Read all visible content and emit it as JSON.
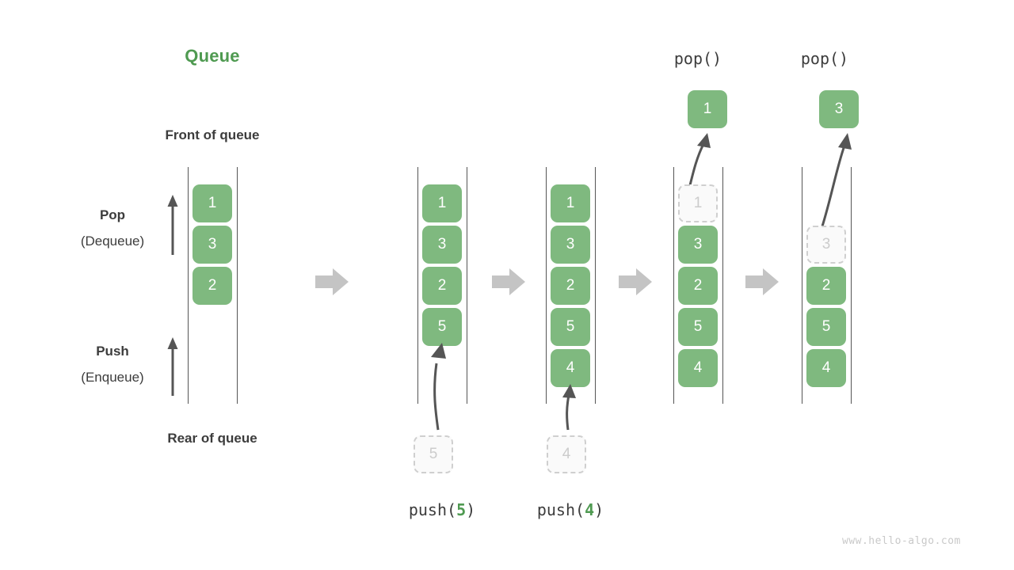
{
  "meta": {
    "title": "Queue",
    "watermark": "www.hello-algo.com",
    "colors": {
      "accent_green": "#4f9a51",
      "box_green": "#7fb97f",
      "ghost_border": "#cfcfcf",
      "ghost_text": "#cccccc",
      "rail": "#555555",
      "arrow_gray": "#555555",
      "separator_gray": "#c4c4c4",
      "text_dark": "#3c3c3c",
      "watermark_gray": "#c9c9c9"
    }
  },
  "labels": {
    "front_of_queue": "Front of queue",
    "rear_of_queue": "Rear of queue",
    "pop_title": "Pop",
    "pop_sub": "(Dequeue)",
    "push_title": "Push",
    "push_sub": "(Enqueue)"
  },
  "columns": [
    {
      "id": "initial",
      "caption": "",
      "header": "",
      "items": [
        {
          "value": "1",
          "state": "solid"
        },
        {
          "value": "3",
          "state": "solid"
        },
        {
          "value": "2",
          "state": "solid"
        }
      ],
      "incoming": null,
      "popped": null
    },
    {
      "id": "after-push-5",
      "caption_parts": {
        "fn": "push(",
        "arg": "5",
        "close": ")"
      },
      "caption": "push(5)",
      "header": "",
      "items": [
        {
          "value": "1",
          "state": "solid"
        },
        {
          "value": "3",
          "state": "solid"
        },
        {
          "value": "2",
          "state": "solid"
        },
        {
          "value": "5",
          "state": "solid"
        }
      ],
      "incoming": {
        "value": "5",
        "state": "ghost"
      },
      "popped": null
    },
    {
      "id": "after-push-4",
      "caption_parts": {
        "fn": "push(",
        "arg": "4",
        "close": ")"
      },
      "caption": "push(4)",
      "header": "",
      "items": [
        {
          "value": "1",
          "state": "solid"
        },
        {
          "value": "3",
          "state": "solid"
        },
        {
          "value": "2",
          "state": "solid"
        },
        {
          "value": "5",
          "state": "solid"
        },
        {
          "value": "4",
          "state": "solid"
        }
      ],
      "incoming": {
        "value": "4",
        "state": "ghost"
      },
      "popped": null
    },
    {
      "id": "after-pop-1",
      "caption": "",
      "header": "pop()",
      "items": [
        {
          "value": "1",
          "state": "ghost"
        },
        {
          "value": "3",
          "state": "solid"
        },
        {
          "value": "2",
          "state": "solid"
        },
        {
          "value": "5",
          "state": "solid"
        },
        {
          "value": "4",
          "state": "solid"
        }
      ],
      "incoming": null,
      "popped": {
        "value": "1",
        "state": "solid"
      }
    },
    {
      "id": "after-pop-3",
      "caption": "",
      "header": "pop()",
      "items": [
        {
          "value": "3",
          "state": "ghost"
        },
        {
          "value": "2",
          "state": "solid"
        },
        {
          "value": "5",
          "state": "solid"
        },
        {
          "value": "4",
          "state": "solid"
        }
      ],
      "incoming": null,
      "popped": {
        "value": "3",
        "state": "solid"
      }
    }
  ],
  "separators": [
    "arrow-right",
    "arrow-right",
    "arrow-right",
    "arrow-right"
  ]
}
